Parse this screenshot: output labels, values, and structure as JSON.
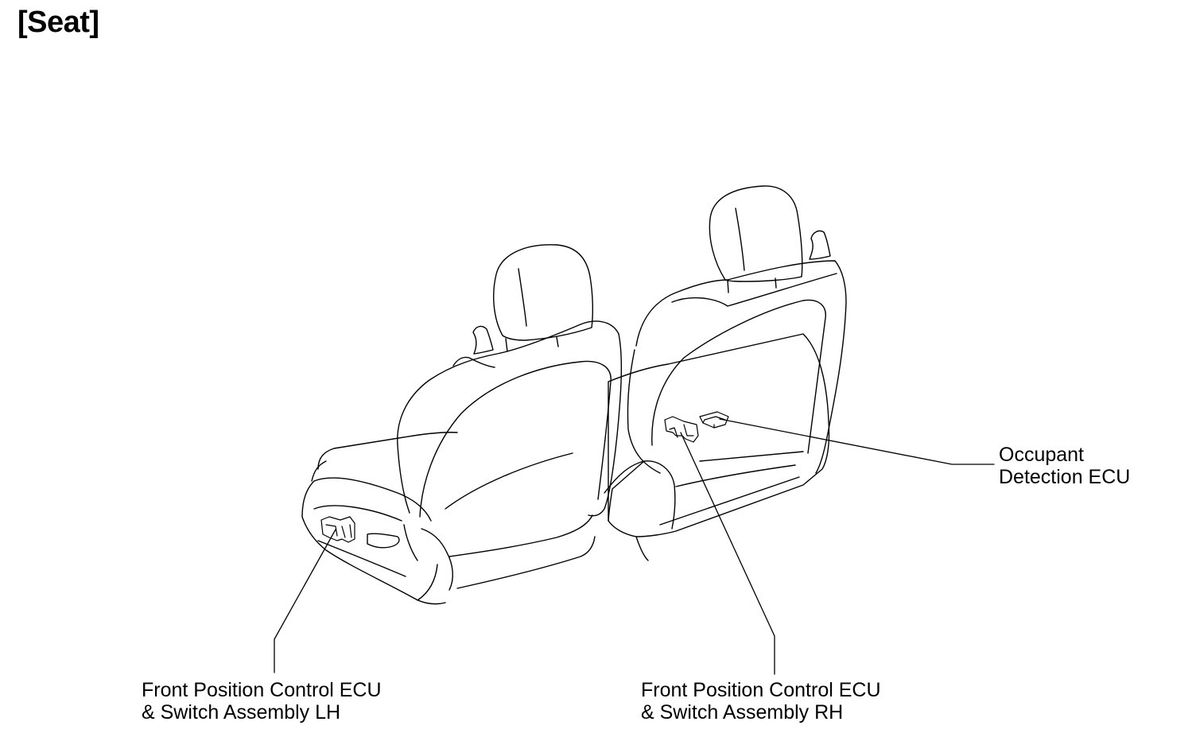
{
  "title": "[Seat]",
  "callouts": {
    "lh": {
      "line1": "Front Position Control ECU",
      "line2": "& Switch Assembly LH"
    },
    "rh": {
      "line1": "Front Position Control ECU",
      "line2": "& Switch Assembly RH"
    },
    "occupant": {
      "line1": "Occupant",
      "line2": "Detection ECU"
    }
  },
  "colors": {
    "line": "#000000",
    "background": "#ffffff"
  }
}
